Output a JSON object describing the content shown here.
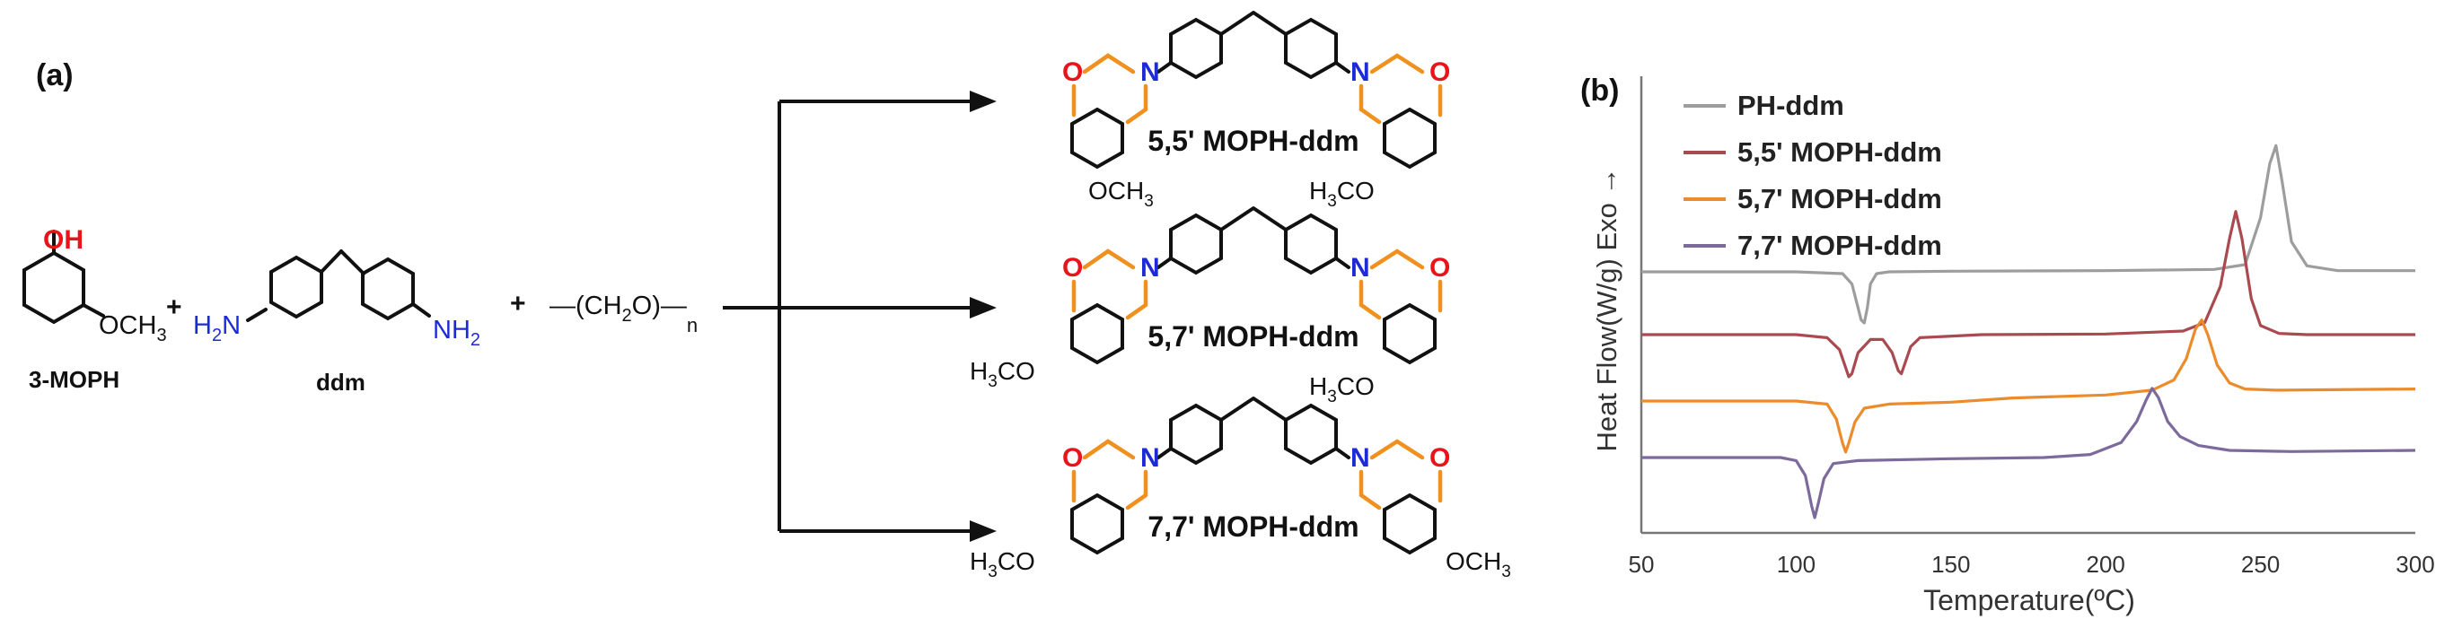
{
  "panel_a": {
    "label": "(a)",
    "reactants": {
      "oh": "OH",
      "och3": "OCH",
      "och3_sub": "3",
      "name_3moph": "3-MOPH",
      "plus1": "+",
      "h2n": "H",
      "h2n_sub": "2",
      "h2n_n": "N",
      "nh2_n": "NH",
      "nh2_sub": "2",
      "name_ddm": "ddm",
      "plus2": "+",
      "formaldehyde": "—(CH",
      "formaldehyde_sub": "2",
      "formaldehyde_end": "O)—",
      "formaldehyde_n": "n"
    },
    "products": [
      {
        "name": "5,5' MOPH-ddm",
        "left_sub": "OCH",
        "left_sub_3": "3",
        "right_sub": "H",
        "right_sub_3": "3",
        "right_sub_end": "CO"
      },
      {
        "name": "5,7' MOPH-ddm",
        "left_sub": "H",
        "left_sub_3": "3",
        "left_sub_end": "CO",
        "right_sub": "H",
        "right_sub_3": "3",
        "right_sub_end": "CO"
      },
      {
        "name": "7,7' MOPH-ddm",
        "left_sub": "H",
        "left_sub_3": "3",
        "left_sub_end": "CO",
        "right_sub": "OCH",
        "right_sub_3": "3"
      }
    ],
    "atoms": {
      "O": "O",
      "N": "N"
    }
  },
  "panel_b": {
    "label": "(b)"
  },
  "chart_data": {
    "type": "line",
    "xlabel": "Temperature(ºC)",
    "ylabel": "Heat Flow(W/g) Exo →",
    "xlim": [
      50,
      300
    ],
    "xticks": [
      50,
      100,
      150,
      200,
      250,
      300
    ],
    "grid": false,
    "legend_position": "top-left",
    "series": [
      {
        "name": "PH-ddm",
        "color": "#9d9d9d",
        "x": [
          50,
          100,
          115,
          118,
          120,
          121,
          122,
          123,
          124,
          126,
          130,
          150,
          200,
          235,
          245,
          250,
          253,
          255,
          257,
          260,
          265,
          275,
          300
        ],
        "y": [
          0.0,
          0.0,
          -0.03,
          -0.2,
          -0.6,
          -0.8,
          -0.85,
          -0.6,
          -0.2,
          -0.03,
          0.0,
          0.01,
          0.02,
          0.04,
          0.12,
          0.9,
          1.8,
          2.1,
          1.5,
          0.5,
          0.1,
          0.02,
          0.02
        ]
      },
      {
        "name": "5,5' MOPH-ddm",
        "color": "#a84a50",
        "x": [
          50,
          100,
          110,
          114,
          116,
          117,
          118,
          120,
          124,
          128,
          131,
          133,
          134,
          135,
          137,
          140,
          160,
          200,
          225,
          232,
          237,
          240,
          242,
          244,
          247,
          250,
          256,
          265,
          300
        ],
        "y": [
          0.0,
          0.0,
          -0.05,
          -0.25,
          -0.55,
          -0.7,
          -0.65,
          -0.3,
          -0.08,
          -0.08,
          -0.3,
          -0.6,
          -0.65,
          -0.5,
          -0.2,
          -0.05,
          0.0,
          0.01,
          0.06,
          0.2,
          0.8,
          1.6,
          2.05,
          1.6,
          0.6,
          0.15,
          0.02,
          0.0,
          0.0
        ]
      },
      {
        "name": "5,7' MOPH-ddm",
        "color": "#ec8b2c",
        "x": [
          50,
          100,
          110,
          113,
          115,
          116,
          117,
          119,
          122,
          130,
          150,
          170,
          200,
          215,
          222,
          226,
          229,
          231,
          233,
          236,
          240,
          245,
          255,
          300
        ],
        "y": [
          0.0,
          0.0,
          -0.05,
          -0.3,
          -0.7,
          -0.85,
          -0.7,
          -0.35,
          -0.12,
          -0.05,
          -0.02,
          0.05,
          0.1,
          0.18,
          0.35,
          0.7,
          1.2,
          1.35,
          1.1,
          0.6,
          0.3,
          0.2,
          0.18,
          0.2
        ]
      },
      {
        "name": "7,7' MOPH-ddm",
        "color": "#7c6a9c",
        "x": [
          50,
          95,
          100,
          103,
          105,
          106,
          107,
          109,
          112,
          120,
          150,
          180,
          195,
          205,
          210,
          213,
          215,
          217,
          220,
          224,
          230,
          240,
          260,
          300
        ],
        "y": [
          0.0,
          0.0,
          -0.05,
          -0.3,
          -0.8,
          -1.0,
          -0.8,
          -0.35,
          -0.1,
          -0.05,
          -0.02,
          0.0,
          0.05,
          0.25,
          0.6,
          0.95,
          1.15,
          1.0,
          0.6,
          0.35,
          0.2,
          0.12,
          0.1,
          0.12
        ]
      }
    ]
  }
}
